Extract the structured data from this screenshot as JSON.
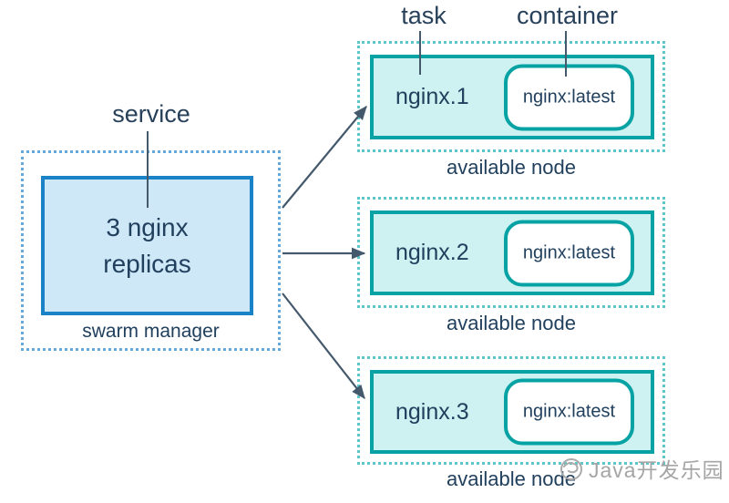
{
  "diagram": {
    "title_hint": "docker swarm service replicas diagram",
    "annotations": {
      "task": "task",
      "container": "container",
      "service": "service"
    },
    "service": {
      "box_line1": "3 nginx",
      "box_line2": "replicas",
      "caption": "swarm manager"
    },
    "nodes": [
      {
        "task": "nginx.1",
        "container": "nginx:latest",
        "caption": "available node"
      },
      {
        "task": "nginx.2",
        "container": "nginx:latest",
        "caption": "available node"
      },
      {
        "task": "nginx.3",
        "container": "nginx:latest",
        "caption": "available node"
      }
    ],
    "watermark": {
      "text": "Java开发乐园",
      "logo": "swirl-logo-icon"
    },
    "colors": {
      "node_border": "#07a2a4",
      "node_fill": "#cdf2f1",
      "node_dotted_border": "#5ec6c9",
      "container_fill": "#ffffff",
      "service_border": "#1a82c6",
      "service_fill": "#cfe8f8",
      "service_dotted_border": "#64a9de",
      "text": "#21405e",
      "arrow": "#44596c",
      "watermark_gray": "#a5a5a5",
      "background": "#ffffff"
    }
  }
}
